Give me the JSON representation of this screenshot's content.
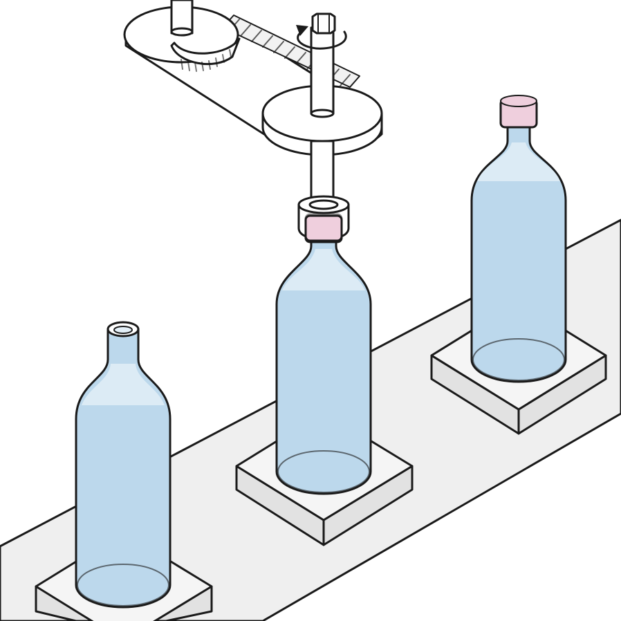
{
  "scene": {
    "kind": "bottle-capping-line-illustration",
    "bottles": [
      {
        "position": "front",
        "state": "uncapped"
      },
      {
        "position": "middle",
        "state": "capping-in-progress"
      },
      {
        "position": "back",
        "state": "capped"
      }
    ],
    "mechanism": {
      "parts": [
        "drive-pulley",
        "belt",
        "driven-pulley",
        "spindle",
        "capping-chuck"
      ],
      "rotation_indicator": "clockwise-arrow"
    },
    "colors": {
      "glass": "#bcd8ec",
      "glass_highlight": "#e4f0f8",
      "cap": "#efcfdd",
      "belt": "#efefef",
      "pad_top": "#f5f5f5",
      "pad_side": "#e2e2e2",
      "outline": "#1a1a1a"
    }
  }
}
